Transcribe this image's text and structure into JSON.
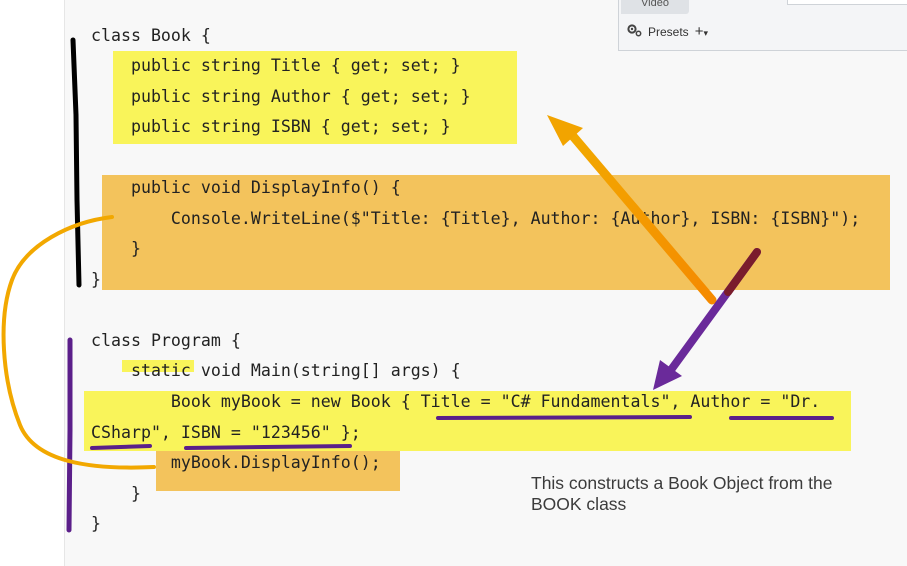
{
  "panel": {
    "tab_label": "Video",
    "presets_label": "Presets",
    "add_symbol": "+",
    "caret_symbol": "▾"
  },
  "code": {
    "lines": [
      "class Book {",
      "    public string Title { get; set; }",
      "    public string Author { get; set; }",
      "    public string ISBN { get; set; }",
      "    public void DisplayInfo() {",
      "        Console.WriteLine($\"Title: {Title}, Author: {Author}, ISBN: {ISBN}\");",
      "    }",
      "}",
      "class Program {",
      "    static void Main(string[] args) {",
      "        Book myBook = new Book { Title = \"C# Fundamentals\", Author = \"Dr.",
      "CSharp\", ISBN = \"123456\" };",
      "        myBook.DisplayInfo();",
      "    }",
      "}"
    ]
  },
  "annotation": {
    "note_text": "This constructs a Book Object from the BOOK class"
  },
  "colors": {
    "yellow_highlight": "#f9f45a",
    "orange_highlight": "#f3c35c",
    "orange_arrow": "#f5a000",
    "purple_arrow": "#6a2a9a",
    "black_marker": "#000000",
    "purple_marker": "#5b1f8a",
    "orange_curve": "#f2a800"
  }
}
